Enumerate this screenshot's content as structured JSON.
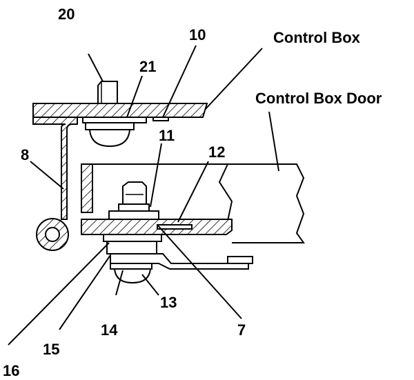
{
  "labels": {
    "part_20": "20",
    "part_10": "10",
    "part_21": "21",
    "control_box": "Control Box",
    "control_box_door": "Control Box Door",
    "part_11": "11",
    "part_12": "12",
    "part_8": "8",
    "part_13": "13",
    "part_14": "14",
    "part_7": "7",
    "part_15": "15",
    "part_16": "16"
  },
  "colors": {
    "line": "#000000",
    "background": "#ffffff"
  }
}
